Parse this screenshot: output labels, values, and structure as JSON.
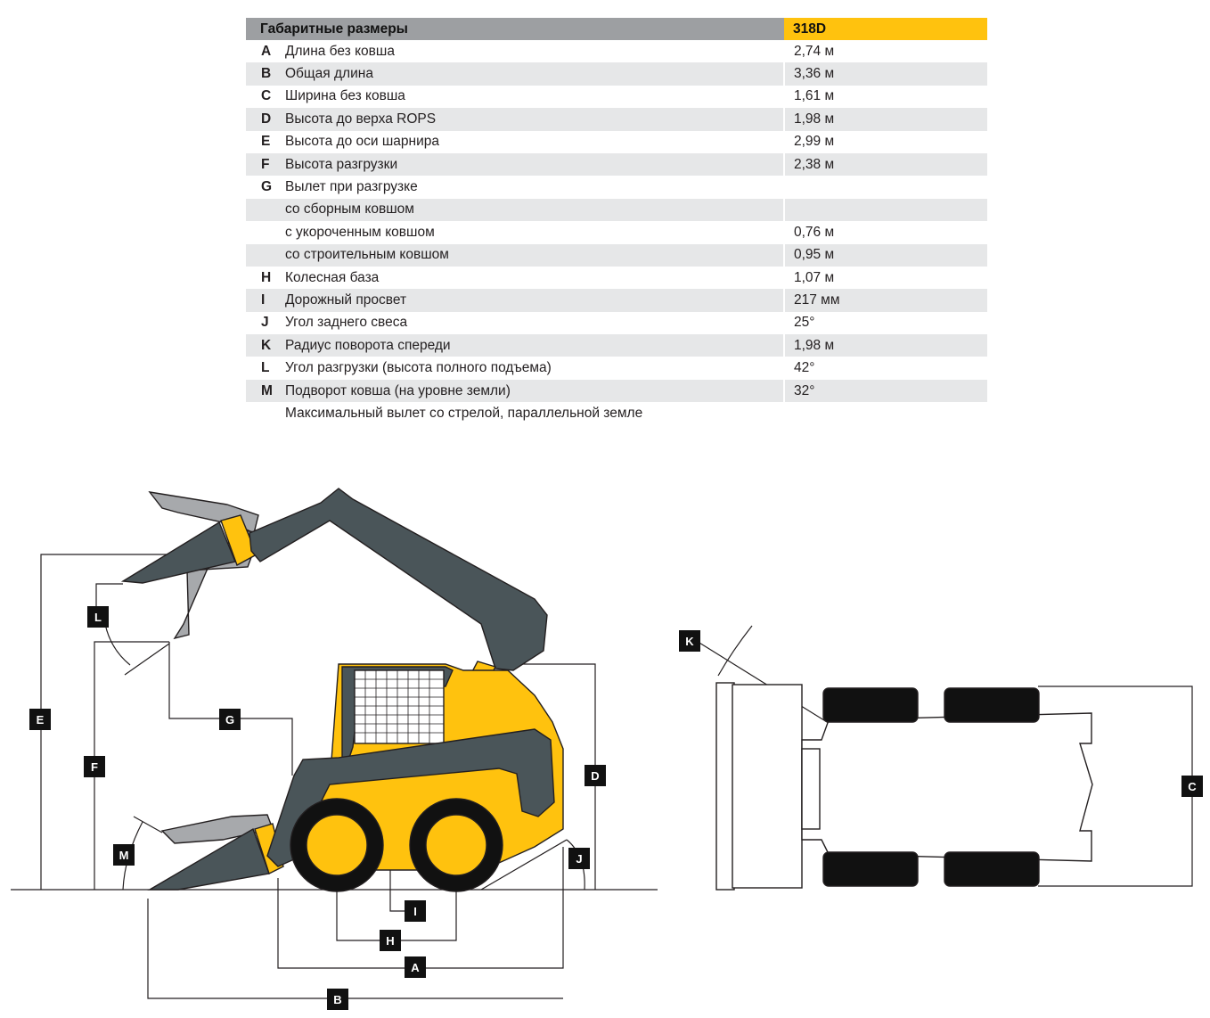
{
  "table": {
    "header_title": "Габаритные размеры",
    "model": "318D",
    "rows": [
      {
        "letter": "A",
        "label": "Длина без ковша",
        "value": "2,74 м"
      },
      {
        "letter": "B",
        "label": "Общая длина",
        "value": "3,36 м"
      },
      {
        "letter": "C",
        "label": "Ширина без ковша",
        "value": "1,61 м"
      },
      {
        "letter": "D",
        "label": "Высота до верха ROPS",
        "value": "1,98 м"
      },
      {
        "letter": "E",
        "label": "Высота до оси шарнира",
        "value": "2,99 м"
      },
      {
        "letter": "F",
        "label": "Высота разгрузки",
        "value": "2,38 м"
      },
      {
        "letter": "G",
        "label": "Вылет при разгрузке",
        "value": ""
      },
      {
        "letter": "",
        "label": "со сборным ковшом",
        "value": ""
      },
      {
        "letter": "",
        "label": "с укороченным ковшом",
        "value": "0,76 м"
      },
      {
        "letter": "",
        "label": "со строительным ковшом",
        "value": "0,95 м"
      },
      {
        "letter": "H",
        "label": "Колесная база",
        "value": "1,07 м"
      },
      {
        "letter": "I",
        "label": "Дорожный просвет",
        "value": "217 мм"
      },
      {
        "letter": "J",
        "label": "Угол заднего свеса",
        "value": "25°"
      },
      {
        "letter": "K",
        "label": "Радиус поворота спереди",
        "value": "1,98 м"
      },
      {
        "letter": "L",
        "label": "Угол разгрузки (высота полного подъема)",
        "value": "42°"
      },
      {
        "letter": "M",
        "label": "Подворот ковша (на уровне земли)",
        "value": "32°"
      },
      {
        "letter": "",
        "label": "Максимальный вылет со стрелой, параллельной земле",
        "value": ""
      }
    ]
  },
  "diagram": {
    "tags": {
      "A": "A",
      "B": "B",
      "C": "C",
      "D": "D",
      "E": "E",
      "F": "F",
      "G": "G",
      "H": "H",
      "I": "I",
      "J": "J",
      "K": "K",
      "L": "L",
      "M": "M"
    },
    "colors": {
      "machine_yellow": "#ffc20e",
      "machine_gray": "#4a5559",
      "tag_bg": "#111111",
      "line": "#231f20",
      "header_gray": "#9d9fa2",
      "row_shade": "#e6e7e8"
    }
  }
}
